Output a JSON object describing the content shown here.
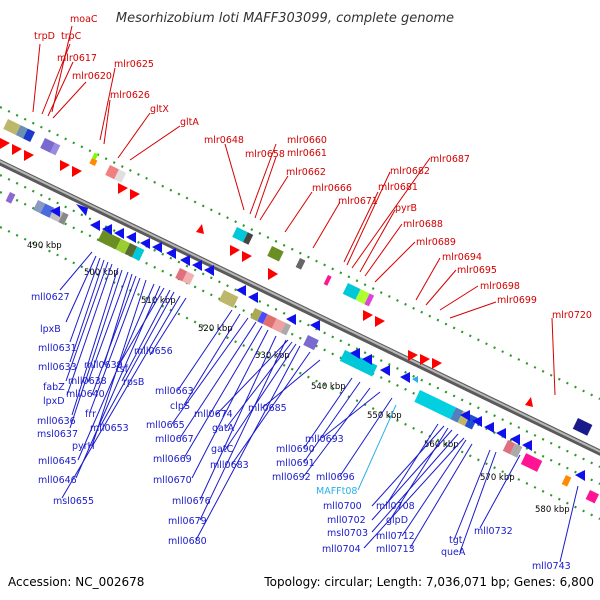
{
  "title": "Mesorhizobium loti MAFF303099, complete genome",
  "footer": {
    "accession": "Accession: NC_002678",
    "summary": "Topology: circular; Length: 7,036,071 bp; Genes: 6,800"
  },
  "colors": {
    "top_label": "#d40000",
    "bottom_label": "#1a1acc",
    "rna_label": "#2ab0e8",
    "backbone": "#888888",
    "dots": "#2a9a2a",
    "forward_arrow": "#ff0000",
    "reverse_arrow": "#1010ee"
  },
  "ticks": [
    "490 kbp",
    "500 kbp",
    "510 kbp",
    "520 kbp",
    "530 kbp",
    "540 kbp",
    "550 kbp",
    "560 kbp",
    "570 kbp",
    "580 kbp"
  ],
  "top_labels": [
    "moaC",
    "trpD",
    "trpC",
    "mlr0617",
    "mlr0620",
    "mlr0625",
    "mlr0626",
    "gltX",
    "gltA",
    "mlr0648",
    "mlr0658",
    "mlr0660",
    "mlr0661",
    "mlr0662",
    "mlr0666",
    "mlr0671",
    "mlr0681",
    "mlr0682",
    "mlr0687",
    "pyrB",
    "mlr0688",
    "mlr0689",
    "mlr0694",
    "mlr0695",
    "mlr0698",
    "mlr0699",
    "mlr0720"
  ],
  "bottom_labels": [
    "mll0627",
    "lpxB",
    "mll0631",
    "mll0633",
    "fabZ",
    "lpxD",
    "mll0636",
    "msl0637",
    "mll0638",
    "mll0639",
    "mll0640",
    "frr",
    "pyrH",
    "mll0645",
    "mll0646",
    "tsf",
    "rpsB",
    "mll0653",
    "mll0656",
    "msl0655",
    "mll0663",
    "clpS",
    "mll0665",
    "mll0667",
    "mll0669",
    "mll0670",
    "mll0674",
    "gatA",
    "gatC",
    "mll0676",
    "mll0679",
    "mll0680",
    "mll0683",
    "mll0685",
    "mll0690",
    "mll0691",
    "mll0692",
    "mll0693",
    "mll0696",
    "MAFFt08",
    "mll0700",
    "mll0702",
    "msl0703",
    "mll0704",
    "mll0708",
    "glpD",
    "mll0712",
    "mll0713",
    "tgt",
    "queA",
    "mll0732",
    "mll0743"
  ]
}
